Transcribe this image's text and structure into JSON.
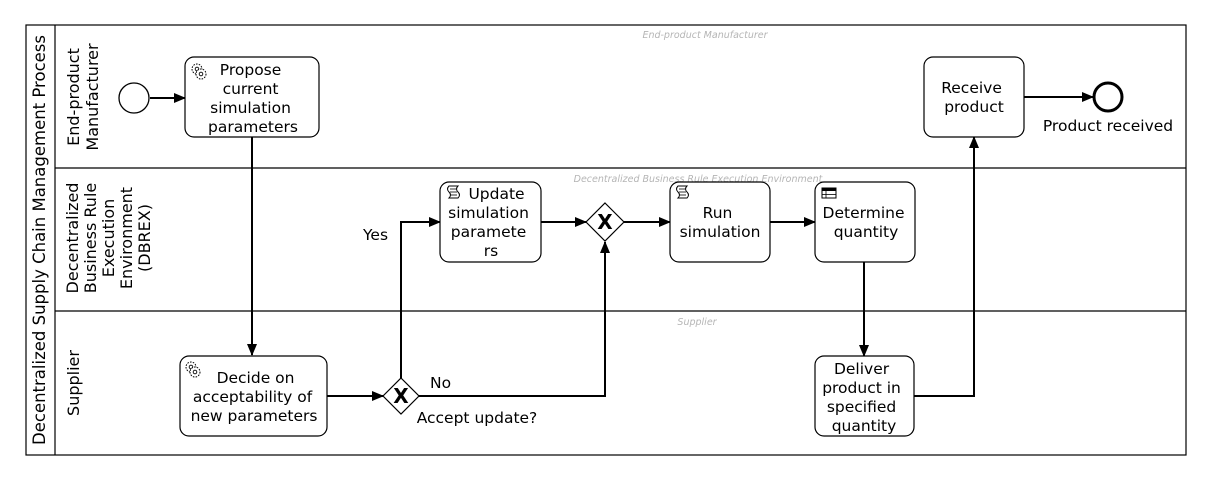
{
  "pool": {
    "label": "Decentralized Supply Chain Management Process"
  },
  "lanes": [
    {
      "label_lines": [
        "End-product",
        "Manufacturer"
      ],
      "ghost": "End-product Manufacturer"
    },
    {
      "label_lines": [
        "Decentralized",
        "Business Rule",
        "Execution",
        "Environment",
        "(DBREX)"
      ],
      "ghost": "Decentralized Business Rule Execution Environment"
    },
    {
      "label_lines": [
        "Supplier"
      ],
      "ghost": "Supplier"
    }
  ],
  "tasks": {
    "propose": {
      "icon": "service-task-icon",
      "lines": [
        "Propose",
        "current",
        "simulation",
        "parameters"
      ]
    },
    "decide": {
      "icon": "service-task-icon",
      "lines": [
        "Decide on",
        "acceptability of",
        "new parameters"
      ]
    },
    "update": {
      "icon": "script-task-icon",
      "lines": [
        "Update",
        "simulation",
        "paramete",
        "rs"
      ]
    },
    "run": {
      "icon": "script-task-icon",
      "lines": [
        "Run",
        "simulation"
      ]
    },
    "determine": {
      "icon": "business-rule-task-icon",
      "lines": [
        "Determine",
        "quantity"
      ]
    },
    "deliver": {
      "icon": "",
      "lines": [
        "Deliver",
        "product in",
        "specified",
        "quantity"
      ]
    },
    "receive": {
      "icon": "",
      "lines": [
        "Receive",
        "product"
      ]
    }
  },
  "gateways": {
    "accept": {
      "label": "Accept update?",
      "marker": "X"
    },
    "merge": {
      "label": "",
      "marker": "X"
    }
  },
  "events": {
    "start": {
      "label": ""
    },
    "end": {
      "label": "Product received"
    }
  },
  "flow_labels": {
    "yes": "Yes",
    "no": "No"
  }
}
